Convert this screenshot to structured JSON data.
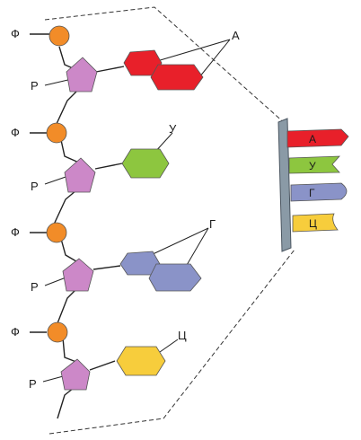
{
  "diagram": {
    "phosphate_label": "Ф",
    "ribose_label": "Р",
    "bases": [
      {
        "key": "A",
        "label": "А",
        "color": "#e8202a",
        "kind": "purine"
      },
      {
        "key": "U",
        "label": "У",
        "color": "#8dc63f",
        "kind": "pyrimidine"
      },
      {
        "key": "G",
        "label": "Г",
        "color": "#8a93c8",
        "kind": "purine"
      },
      {
        "key": "C",
        "label": "Ц",
        "color": "#f7cd3c",
        "kind": "pyrimidine"
      }
    ],
    "legend": [
      {
        "label": "А",
        "color": "#e8202a",
        "shape": "arrow"
      },
      {
        "label": "У",
        "color": "#8dc63f",
        "shape": "notch"
      },
      {
        "label": "Г",
        "color": "#8a93c8",
        "shape": "round"
      },
      {
        "label": "Ц",
        "color": "#f7cd3c",
        "shape": "wave"
      }
    ],
    "colors": {
      "phosphate": "#f28c28",
      "ribose": "#cc88c8",
      "legend_bar": "#8a9aa6"
    }
  }
}
